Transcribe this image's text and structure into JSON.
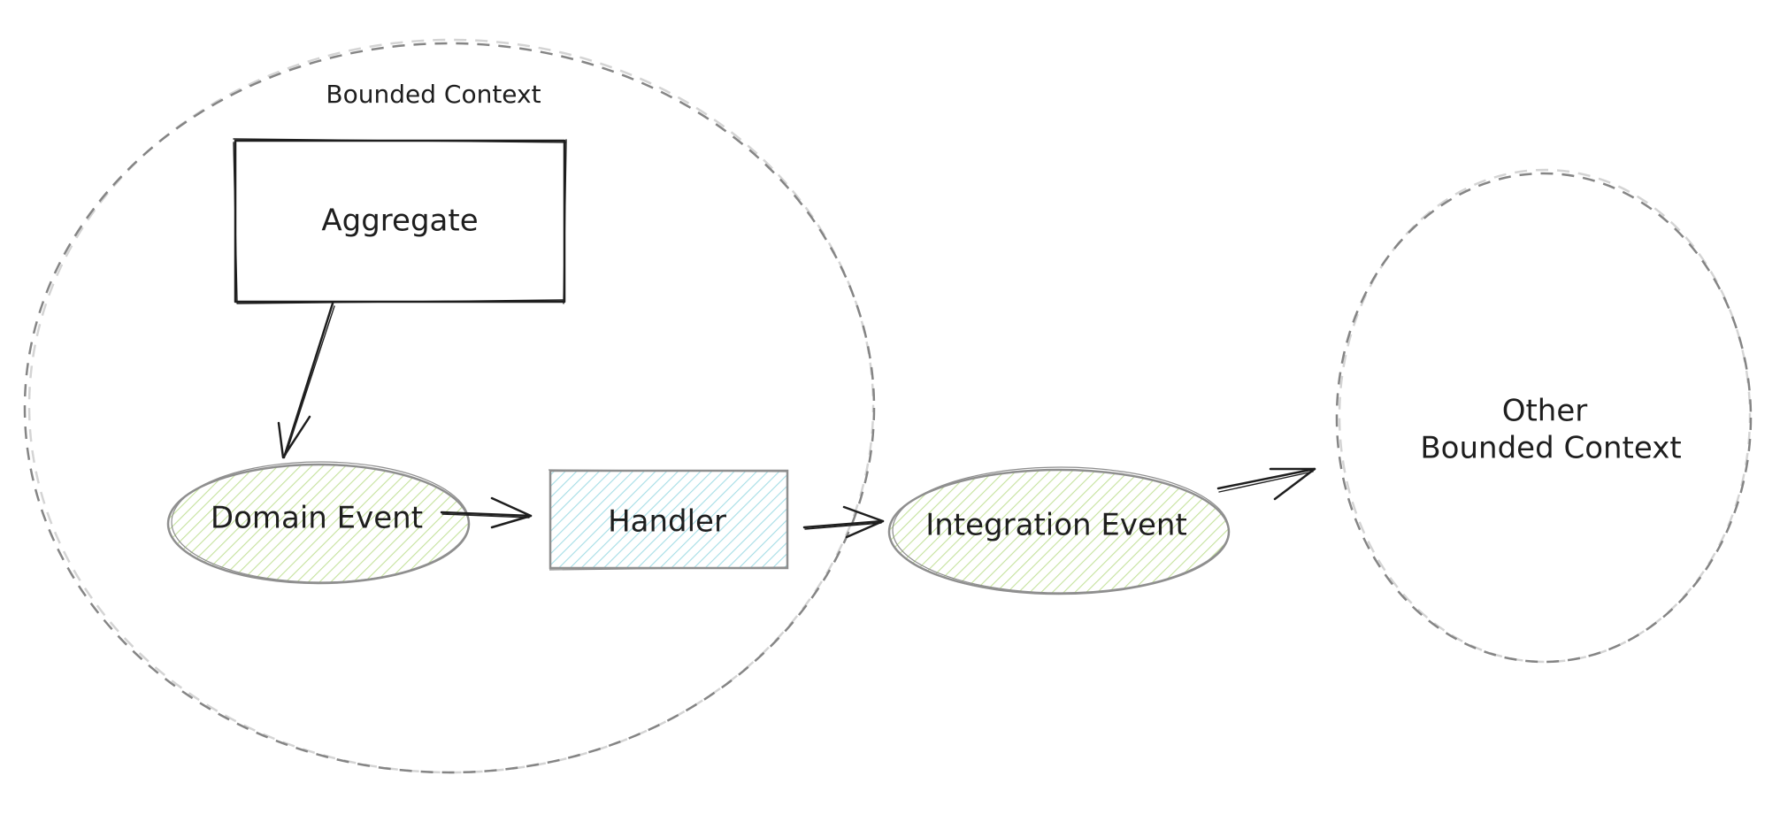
{
  "diagram": {
    "bounded_context": {
      "label": "Bounded Context"
    },
    "nodes": {
      "aggregate": {
        "label": "Aggregate"
      },
      "domain_event": {
        "label": "Domain Event",
        "fill_color": "#c5e29d"
      },
      "handler": {
        "label": "Handler",
        "fill_color": "#a5dde6"
      },
      "integration_event": {
        "label": "Integration Event",
        "fill_color": "#c5e29d"
      }
    },
    "other_context": {
      "label_line1": "Other",
      "label_line2": "Bounded Context"
    },
    "edges": [
      {
        "from": "Aggregate",
        "to": "Domain Event"
      },
      {
        "from": "Domain Event",
        "to": "Handler"
      },
      {
        "from": "Handler",
        "to": "Integration Event"
      },
      {
        "from": "Integration Event",
        "to": "Other Bounded Context"
      }
    ],
    "colors": {
      "ink": "#1e1e1e",
      "dashed_boundary": "#858585",
      "shape_outline": "#8f8f8f"
    }
  }
}
